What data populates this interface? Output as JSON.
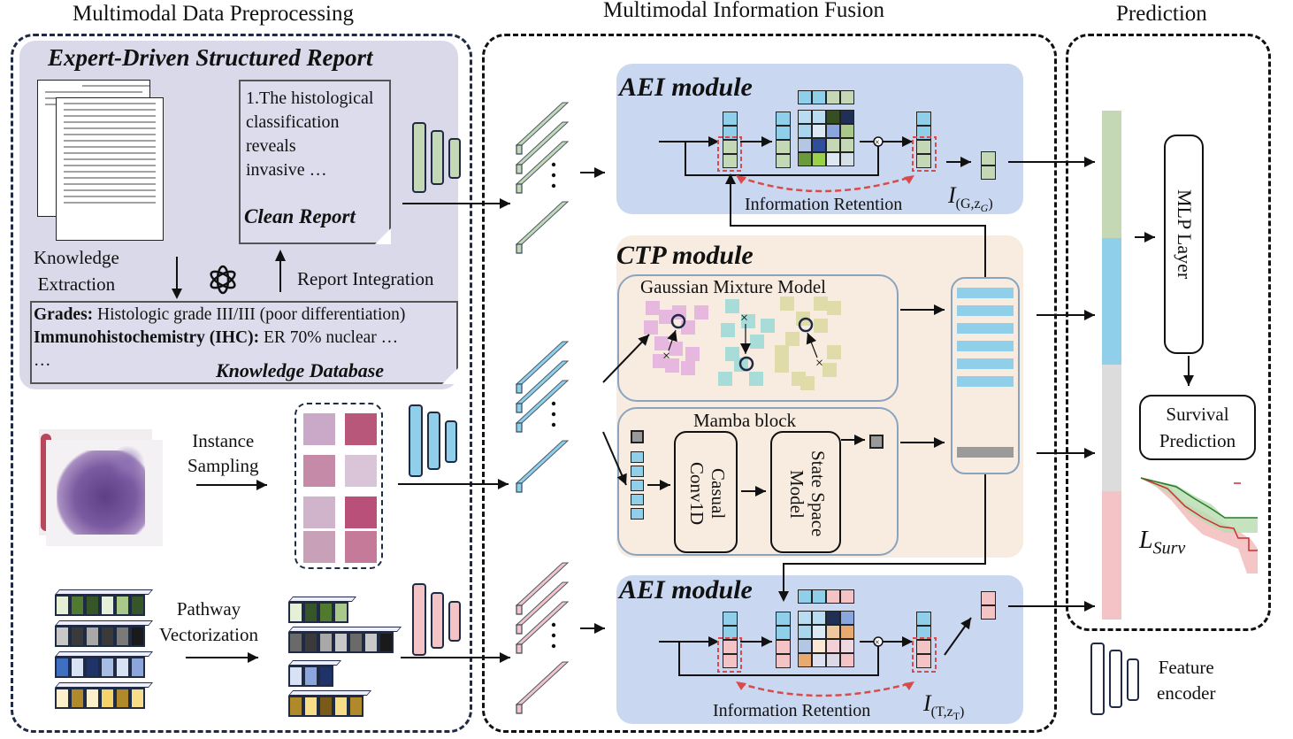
{
  "sections": {
    "preprocessing": "Multimodal Data Preprocessing",
    "fusion": "Multimodal Information Fusion",
    "prediction": "Prediction"
  },
  "report_panel": {
    "title": "Expert-Driven Structured Report",
    "clean_report_text": [
      "1.The histological",
      "classification",
      "reveals",
      "invasive …"
    ],
    "clean_report_label": "Clean Report",
    "knowledge_extraction": [
      "Knowledge",
      "Extraction"
    ],
    "report_integration": "Report Integration",
    "llm_icon": "openai-logo-icon",
    "knowledge_db": {
      "line1_bold": "Grades:",
      "line1_rest": " Histologic grade III/III (poor differentiation)",
      "line2_bold": "Immunohistochemistry (IHC):",
      "line2_rest": " ER 70% nuclear …",
      "line3": "…",
      "label": "Knowledge Database"
    }
  },
  "wsi": {
    "instance_sampling": [
      "Instance",
      "Sampling"
    ]
  },
  "pathway": {
    "label": [
      "Pathway",
      "Vectorization"
    ]
  },
  "aei_top": {
    "title": "AEI module",
    "retention": "Information Retention",
    "output_symbol": "I",
    "output_subscript": "(G,z",
    "output_subsub": "G",
    "output_close": ")"
  },
  "ctp": {
    "title": "CTP module",
    "gmm_label": "Gaussian Mixture Model",
    "mamba_label": "Mamba block",
    "conv_label": "Casual Conv1D",
    "ssm_label": "State Space Model"
  },
  "aei_bottom": {
    "title": "AEI module",
    "retention": "Information Retention",
    "output_symbol": "I",
    "output_subscript": "(T,z",
    "output_subsub": "T",
    "output_close": ")"
  },
  "prediction": {
    "mlp_label": "MLP Layer",
    "survival_label": [
      "Survival",
      "Prediction"
    ],
    "loss_symbol": "L",
    "loss_subscript": "Surv"
  },
  "legend": {
    "feature_encoder": [
      "Feature",
      "encoder"
    ]
  },
  "colors": {
    "green": "#c5d8b5",
    "blue": "#90cfe9",
    "pink": "#f3c3c6",
    "gray": "#dcdcdc",
    "aei_bg": "#c9d8f0",
    "ctp_bg": "#f8ece0",
    "report_bg": "#d9d9ea",
    "red_dash": "#d94a4a"
  }
}
